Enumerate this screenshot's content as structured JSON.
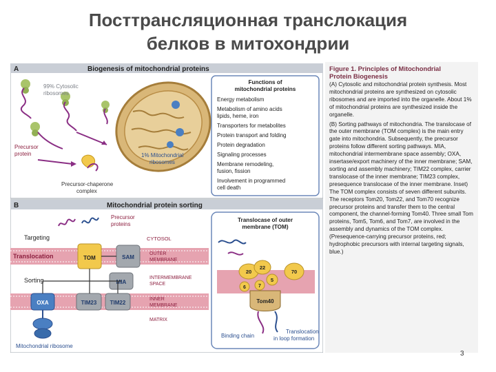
{
  "slide": {
    "title_line1": "Посттрансляционная транслокация",
    "title_line2": "белков в митохондрии",
    "page_number": "3"
  },
  "panel_a": {
    "letter": "A",
    "heading": "Biogenesis of mitochondrial proteins",
    "cytosolic_line1": "99% Cytosolic",
    "cytosolic_line2": "ribosomes",
    "precursor_line1": "Precursor",
    "precursor_line2": "protein",
    "mito_line1": "1% Mitochondrial",
    "mito_line2": "ribosomes",
    "chaperone_line1": "Precursor-chaperone",
    "chaperone_line2": "complex",
    "functions_title_line1": "Functions of",
    "functions_title_line2": "mitochondrial proteins",
    "functions": [
      "Energy metabolism",
      "Metabolism of amino acids",
      "lipids, heme, iron",
      "Transporters for metabolites",
      "Protein transport and folding",
      "Protein degradation",
      "Signaling processes",
      "Membrane remodeling,",
      "fusion, fission",
      "Involvement in programmed",
      "cell death"
    ]
  },
  "panel_b": {
    "letter": "B",
    "heading": "Mitochondrial protein sorting",
    "precursor_line1": "Precursor",
    "precursor_line2": "proteins",
    "targeting": "Targeting",
    "translocation": "Translocation",
    "sorting": "Sorting",
    "cytosol": "CYTOSOL",
    "outer_line1": "OUTER",
    "outer_line2": "MEMBRANE",
    "ims_line1": "INTERMEMBRANE",
    "ims_line2": "SPACE",
    "inner_line1": "INNER",
    "inner_line2": "MEMBRANE",
    "matrix": "MATRIX",
    "tom": "TOM",
    "sam": "SAM",
    "mia": "MIA",
    "oxa": "OXA",
    "tim23": "TIM23",
    "tim22": "TIM22",
    "mito_ribosome": "Mitochondrial ribosome",
    "tom_box_line1": "Translocase of outer",
    "tom_box_line2": "membrane (TOM)",
    "num_20": "20",
    "num_22": "22",
    "num_5": "5",
    "num_70": "70",
    "num_6": "6",
    "num_7": "7",
    "tom40": "Tom40",
    "binding_chain": "Binding chain",
    "transloc_line1": "Translocation",
    "transloc_line2": "in loop formation"
  },
  "caption": {
    "heading_line1": "Figure 1. Principles of Mitochondrial",
    "heading_line2": "Protein Biogenesis",
    "para_a": "(A) Cytosolic and mitochondrial protein synthesis. Most mitochondrial proteins are synthesized on cytosolic ribosomes and are imported into the organelle. About 1% of mitochondrial proteins are synthesized inside the organelle.",
    "para_b": "(B) Sorting pathways of mitochondria. The translocase of the outer membrane (TOM complex) is the main entry gate into mitochondria. Subsequently, the precursor proteins follow different sorting pathways. MIA, mitochondrial intermembrane space assembly; OXA, insertase/export machinery of the inner membrane; SAM, sorting and assembly machinery; TIM22 complex, carrier translocase of the inner membrane; TIM23 complex, presequence translocase of the inner membrane. Inset) The TOM complex consists of seven different subunits. The receptors Tom20, Tom22, and Tom70 recognize precursor proteins and transfer them to the central component, the channel-forming Tom40. Three small Tom proteins, Tom5, Tom6, and Tom7, are involved in the assembly and dynamics of the TOM complex. (Presequence-carrying precursor proteins, red; hydrophobic precursors with internal targeting signals, blue.)"
  },
  "colors": {
    "panel_header": "#c9ced6",
    "membrane_pink": "#e6a3b0",
    "label_maroon": "#8c1f3f",
    "blue_label": "#2b4f8f",
    "mito_tan": "#d9b778",
    "ribosome_green": "#a9c46a",
    "gray_complex": "#a3a8ae"
  }
}
